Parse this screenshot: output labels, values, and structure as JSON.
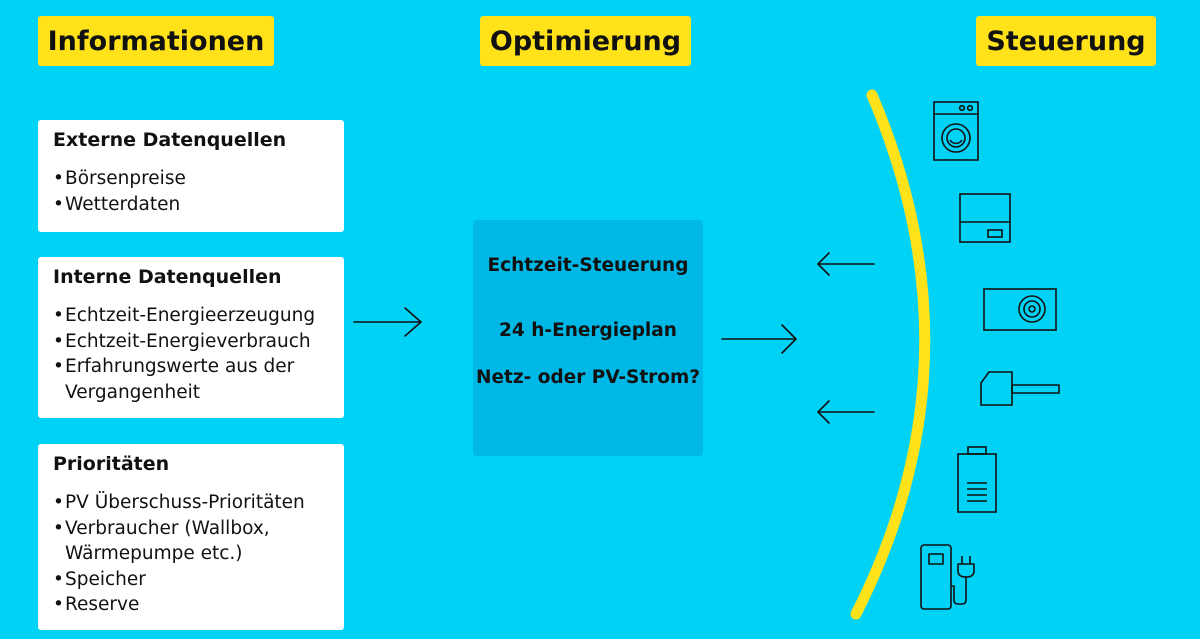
{
  "headers": {
    "informationen": "Informationen",
    "optimierung": "Optimierung",
    "steuerung": "Steuerung"
  },
  "boxes": {
    "externe": {
      "title": "Externe Datenquellen",
      "items": [
        "Börsenpreise",
        "Wetterdaten"
      ]
    },
    "interne": {
      "title": "Interne Datenquellen",
      "items": [
        "Echtzeit-Energieerzeugung",
        "Echtzeit-Energieverbrauch",
        "Erfahrungswerte aus der Vergangenheit"
      ]
    },
    "prioritaeten": {
      "title": "Prioritäten",
      "items": [
        "PV Überschuss-Prioritäten",
        "Verbraucher (Wallbox, Wärmepumpe etc.)",
        "Speicher",
        "Reserve"
      ]
    }
  },
  "center": {
    "line1": "Echtzeit-Steuerung",
    "line2": "24 h-Energieplan",
    "line3": "Netz- oder PV-Strom?"
  },
  "devices": [
    "washing-machine-icon",
    "dishwasher-icon",
    "heat-pump-icon",
    "heater-icon",
    "battery-icon",
    "charging-station-icon"
  ],
  "colors": {
    "background": "#00d2f6",
    "header": "#ffe21a",
    "center_box": "#00b8e6",
    "arc": "#ffe21a"
  }
}
